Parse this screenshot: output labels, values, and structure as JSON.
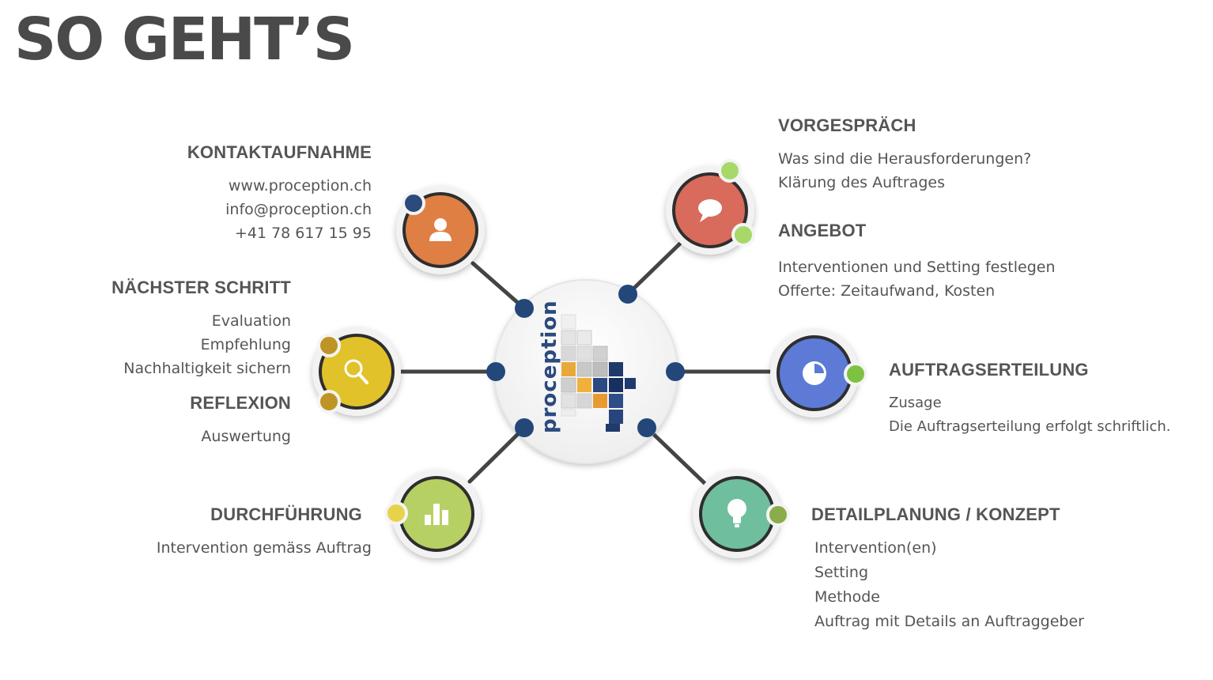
{
  "title": "SO GEHT’S",
  "center": {
    "logo_text": "proception"
  },
  "sections": {
    "kontakt": {
      "heading": "KONTAKTAUFNAHME",
      "lines": [
        "www.proception.ch",
        "info@proception.ch",
        "+41 78 617 15 95"
      ]
    },
    "naechster": {
      "heading": "NÄCHSTER SCHRITT",
      "lines": [
        "Evaluation",
        "Empfehlung",
        "Nachhaltigkeit sichern"
      ]
    },
    "reflexion": {
      "heading": "REFLEXION",
      "lines": [
        "Auswertung"
      ]
    },
    "durchfuehrung": {
      "heading": "DURCHFÜHRUNG",
      "lines": [
        "Intervention gemäss Auftrag"
      ]
    },
    "vorgespraech": {
      "heading": "VORGESPRÄCH",
      "lines": [
        "Was sind die Herausforderungen?",
        "Klärung des Auftrages"
      ]
    },
    "angebot": {
      "heading": "ANGEBOT",
      "lines": [
        "Interventionen und Setting festlegen",
        "Offerte: Zeitaufwand, Kosten"
      ]
    },
    "auftrag": {
      "heading": "AUFTRAGSERTEILUNG",
      "lines": [
        "Zusage",
        "Die Auftragserteilung erfolgt schriftlich."
      ]
    },
    "detail": {
      "heading": "DETAILPLANUNG / KONZEPT",
      "lines": [
        "Intervention(en)",
        "Setting",
        "Methode",
        "Auftrag mit Details an Auftraggeber"
      ]
    }
  },
  "nodes": [
    {
      "id": "kontakt",
      "icon": "person-icon",
      "color": "#e07f44",
      "dot_color": "#2c4a7c"
    },
    {
      "id": "vorgespraech",
      "icon": "speech-bubble-icon",
      "color": "#d96b5c",
      "dot_color": "#a8d86a"
    },
    {
      "id": "naechster",
      "icon": "magnifier-icon",
      "color": "#e2c22a",
      "dot_color": "#bf9427"
    },
    {
      "id": "auftrag",
      "icon": "pie-chart-icon",
      "color": "#5c7ad6",
      "dot_color": "#7dc241"
    },
    {
      "id": "durchfuehrung",
      "icon": "bar-chart-icon",
      "color": "#b7d063",
      "dot_color": "#e8d24a"
    },
    {
      "id": "detail",
      "icon": "lightbulb-icon",
      "color": "#6fbf9f",
      "dot_color": "#8aac4a"
    }
  ],
  "colors": {
    "connector": "#444444",
    "hub_dot": "#24477a",
    "text": "#555555"
  }
}
